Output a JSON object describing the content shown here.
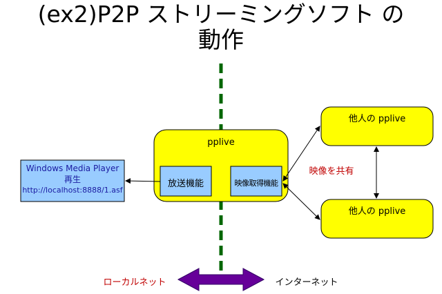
{
  "title": {
    "line1": "(ex2)P2P ストリーミングソフト の",
    "line2": "動作"
  },
  "nodes": {
    "pplive_main": "pplive",
    "broadcast": "放送機能",
    "video_acquire": "映像取得機能",
    "peer_top": "他人の pplive",
    "peer_bottom": "他人の pplive",
    "wmp_line1": "Windows Media Player",
    "wmp_line2": "再生",
    "wmp_line3": "http://localhost:8888/1.asf"
  },
  "labels": {
    "share": "映像を共有",
    "local_net": "ローカルネット",
    "internet": "インターネット"
  },
  "colors": {
    "yellow_box": "#ffff00",
    "blue_box": "#99ccff",
    "boundary_line": "#006600",
    "network_arrow": "#660099",
    "label_red": "#c00000",
    "label_blue": "#1a1aa0"
  }
}
